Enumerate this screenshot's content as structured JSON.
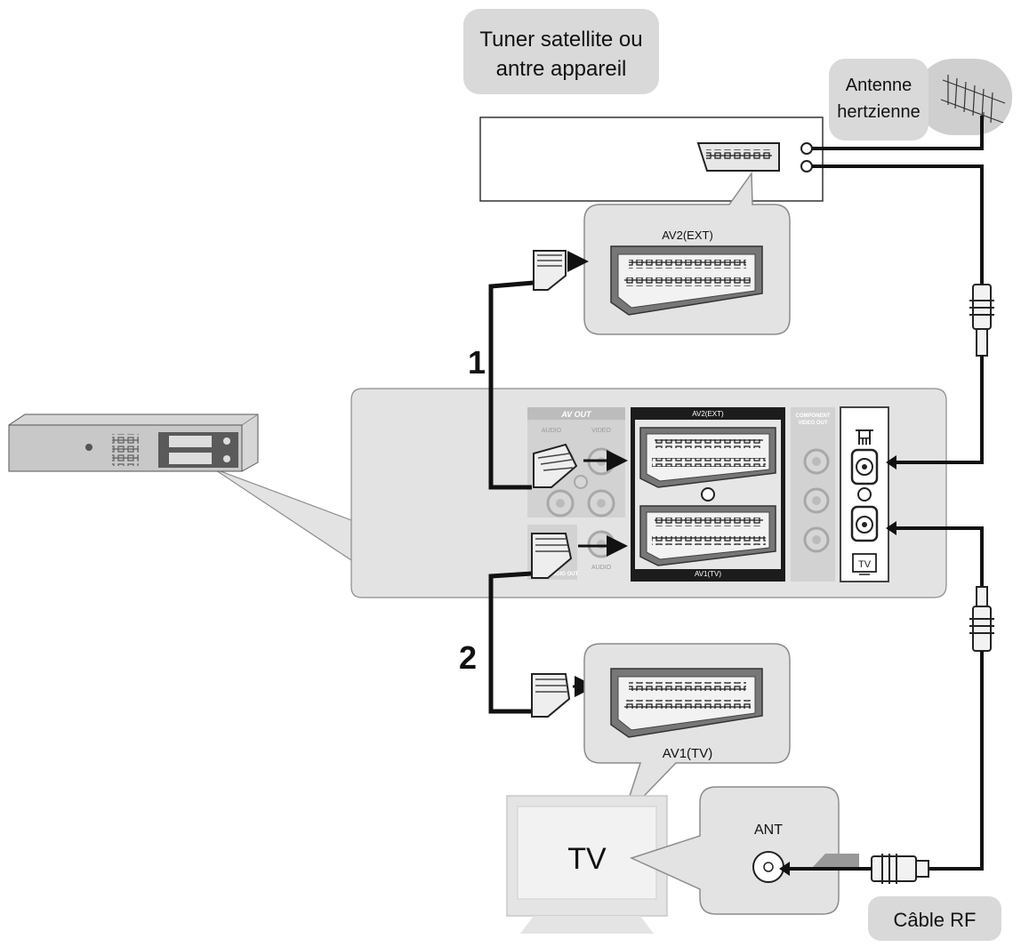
{
  "labels": {
    "tuner_line1": "Tuner satellite ou",
    "tuner_line2": "antre appareil",
    "antenna_line1": "Antenne",
    "antenna_line2": "hertzienne",
    "av2_ext": "AV2(EXT)",
    "av1_tv": "AV1(TV)",
    "step_1": "1",
    "step_2": "2",
    "tv": "TV",
    "ant": "ANT",
    "rf_cable": "Câble RF",
    "panel_av_out": "AV OUT",
    "panel_audio": "AUDIO",
    "panel_video": "VIDEO",
    "panel_audio_bottom": "AUDIO",
    "panel_digital_out": "DIGITAL AUDIO OUT",
    "panel_component_1": "COMPONENT",
    "panel_component_2": "VIDEO OUT",
    "panel_av2": "AV2(EXT)",
    "panel_av1": "AV1(TV)",
    "panel_tv_port": "TV"
  },
  "colors": {
    "callout_fill": "#e3e3e3",
    "callout_stroke": "#8c8c8c",
    "panel_dark": "#1c1c1c",
    "cable": "#111111",
    "label_box": "#d9d9d9",
    "arrow_gray": "#999999"
  }
}
